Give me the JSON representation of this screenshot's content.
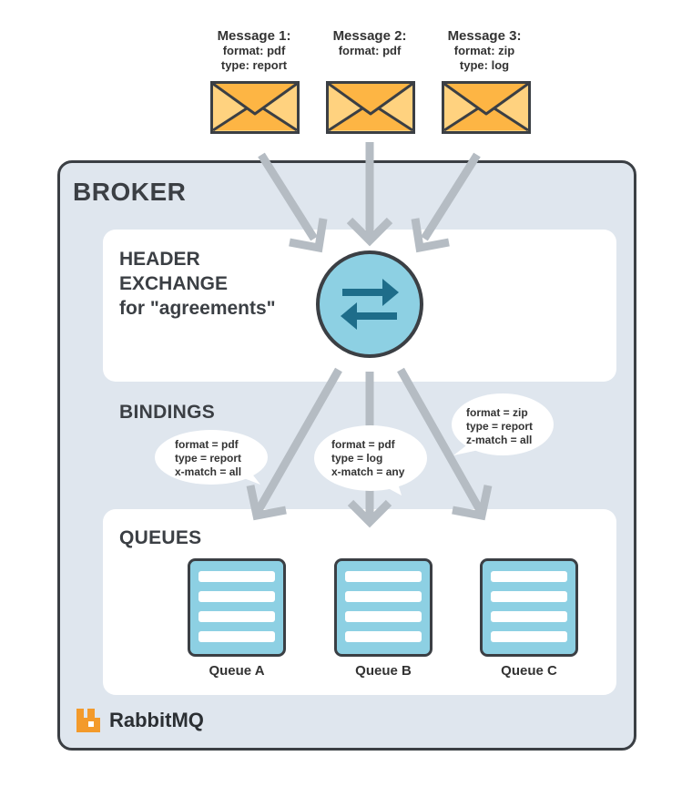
{
  "messages": [
    {
      "title": "Message 1:",
      "line1": "format: pdf",
      "line2": "type: report"
    },
    {
      "title": "Message 2:",
      "line1": "format: pdf",
      "line2": ""
    },
    {
      "title": "Message 3:",
      "line1": "format: zip",
      "line2": "type: log"
    }
  ],
  "broker": {
    "title": "BROKER"
  },
  "exchange": {
    "line1": "HEADER",
    "line2": "EXCHANGE",
    "line3": "for \"agreements\""
  },
  "bindings": {
    "title": "BINDINGS",
    "items": [
      {
        "l1": "format = pdf",
        "l2": "type = report",
        "l3": "x-match = all"
      },
      {
        "l1": "format = pdf",
        "l2": "type = log",
        "l3": "x-match = any"
      },
      {
        "l1": "format = zip",
        "l2": "type = report",
        "l3": "z-match = all"
      }
    ]
  },
  "queues": {
    "title": "QUEUES",
    "items": [
      {
        "label": "Queue A"
      },
      {
        "label": "Queue B"
      },
      {
        "label": "Queue C"
      }
    ]
  },
  "brand": {
    "name": "RabbitMQ"
  },
  "colors": {
    "envelope_fill": "#ffd27f",
    "envelope_flap": "#fdb544",
    "outline": "#3b3f44",
    "arrow": "#b5bcc3",
    "exchange_circle": "#8dd0e3",
    "exchange_arrows": "#1e6d8a",
    "queue_fill": "#8dd0e3",
    "broker_bg": "#dfe6ee",
    "brand_orange": "#f39a2b"
  }
}
